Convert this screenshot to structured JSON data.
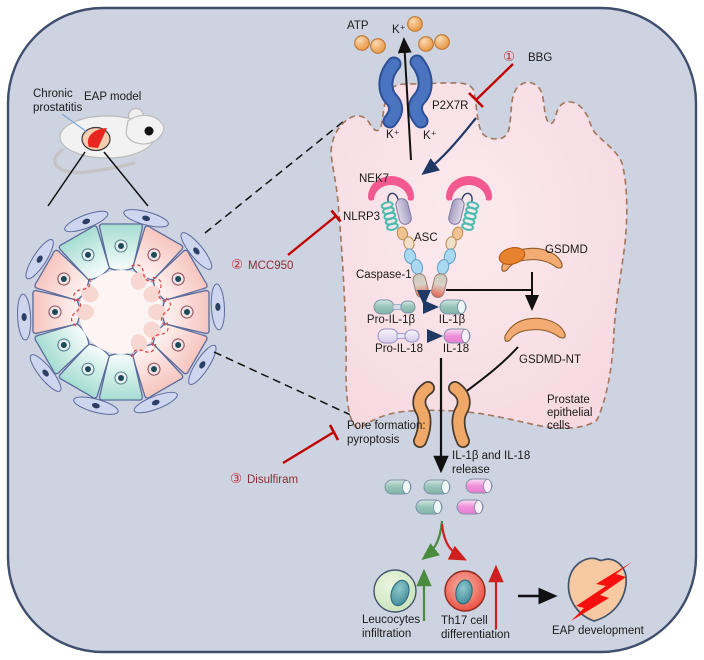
{
  "colors": {
    "panel_bg": "#cdd3e0",
    "panel_border": "#3f4e6d",
    "cell_fill": "#f8dfe6",
    "membrane": "#a3765d",
    "inhibitor_red": "#c00000",
    "navy": "#1f3864",
    "nek7_pink": "#f2598f",
    "gsdmd_orange": "#f2ab72",
    "channel_blue": "#4a74c0",
    "green_arrow": "#4a8c3f",
    "red_arrow": "#cf1f1f"
  },
  "mouse_panel": {
    "disease": [
      "Chronic",
      "prostatitis"
    ],
    "model": "EAP model"
  },
  "inhibitors": [
    {
      "num": "①",
      "name": "BBG"
    },
    {
      "num": "②",
      "name": "MCC950"
    },
    {
      "num": "③",
      "name": "Disulfiram"
    }
  ],
  "molecules": {
    "atp": "ATP",
    "k": "K⁺",
    "p2x7r": "P2X7R",
    "nek7": "NEK7",
    "nlrp3": "NLRP3",
    "asc": "ASC",
    "caspase1": "Caspase-1",
    "pro_il1b": "Pro-IL-1β",
    "il1b": "IL-1β",
    "pro_il18": "Pro-IL-18",
    "il18": "IL-18",
    "gsdmd": "GSDMD",
    "gsdmd_nt": "GSDMD-NT"
  },
  "cell_type": [
    "Prostate",
    "epithelial",
    "cells"
  ],
  "pyroptosis": [
    "Pore formation:",
    "pyroptosis"
  ],
  "release": [
    "IL-1β and IL-18",
    "release"
  ],
  "outcomes": {
    "leucocytes": [
      "Leucocytes",
      "infiltration"
    ],
    "th17": [
      "Th17 cell",
      "differentiation"
    ],
    "eap": "EAP development"
  }
}
